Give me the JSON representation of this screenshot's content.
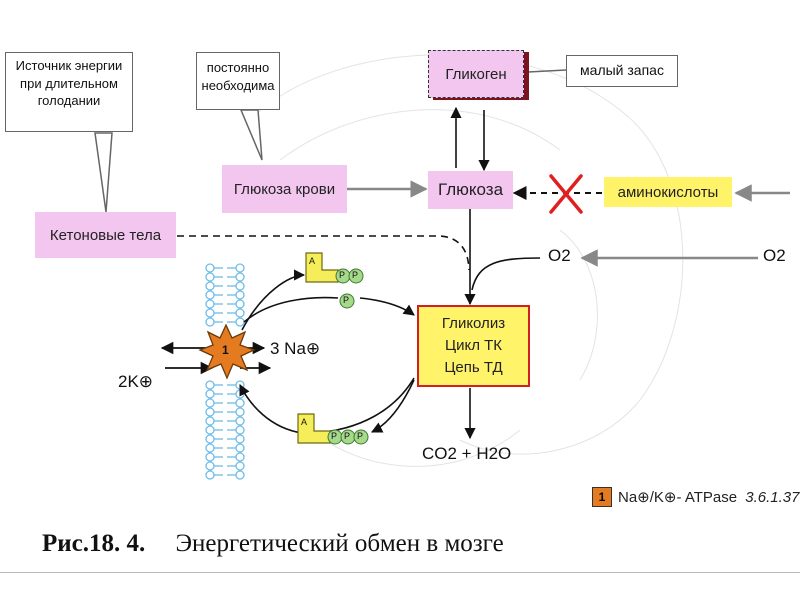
{
  "callouts": {
    "source_energy": "Источник энергии при длительном голодании",
    "constantly_needed": "постоянно необходима",
    "small_reserve": "малый запас"
  },
  "nodes": {
    "glycogen": "Гликоген",
    "blood_glucose": "Глюкоза крови",
    "glucose": "Глюкоза",
    "amino_acids": "аминокислоты",
    "ketone_bodies": "Кетоновые тела"
  },
  "pathways": {
    "glycolysis": "Гликолиз",
    "tca_cycle": "Цикл ТК",
    "resp_chain": "Цепь ТД"
  },
  "labels": {
    "o2_inner": "O2",
    "o2_outer": "O2",
    "co2_h2o": "CO2 + H2O",
    "na": "3 Na⊕",
    "k": "2K⊕",
    "pump_number": "1",
    "adp_a": "A",
    "adp_p1": "P",
    "adp_p2": "P",
    "pi": "P",
    "atp_a": "A",
    "atp_p1": "P",
    "atp_p2": "P",
    "atp_p3": "P"
  },
  "legend": {
    "number": "1",
    "enzyme": "Na⊕/K⊕- ATPase",
    "ec_code": "3.6.1.37"
  },
  "caption": {
    "figure_number": "Рис.18. 4.",
    "title": "Энергетический обмен в мозге"
  },
  "colors": {
    "pink_box": "#f2c6ef",
    "yellow_box": "#fff36a",
    "red_border": "#d21f1f",
    "x_mark": "#e02020",
    "pump_star": "#e47b20",
    "membrane": "#6fbde8",
    "nucleotide_yellow": "#f5ee5a",
    "phosphate_green": "#a6d98a",
    "glycogen_shadow": "#7a1420"
  }
}
